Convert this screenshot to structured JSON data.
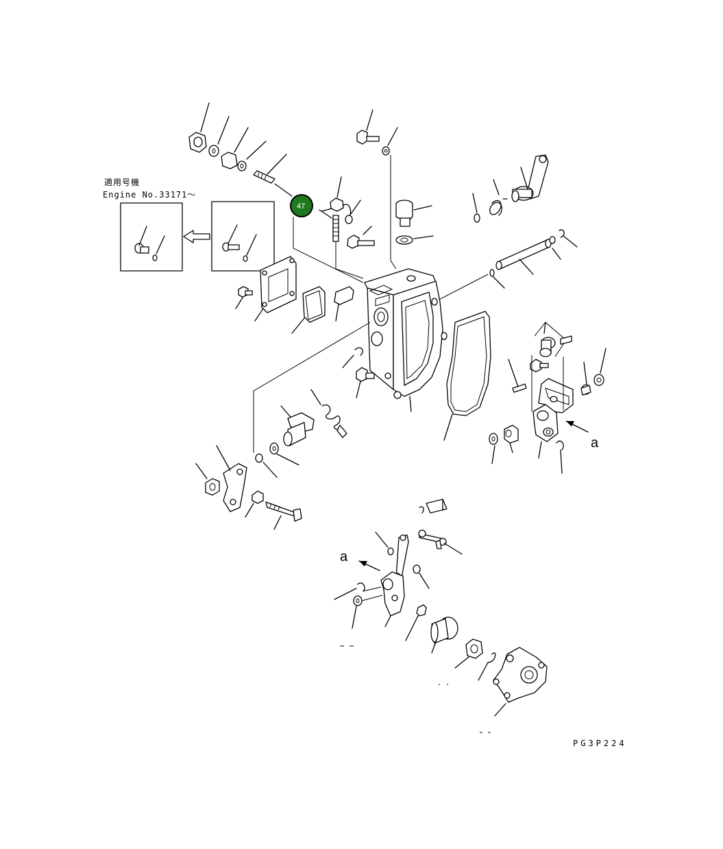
{
  "applicability": {
    "label_jp": "適用号機",
    "engine_label": "Engine No.33171～"
  },
  "callout": {
    "number": "47",
    "fill_color": "#1e7a1e",
    "ring_color": "#000000"
  },
  "view_labels": {
    "view_a_main": "a",
    "view_a_detail": "a"
  },
  "drawing_code": "PG3P224",
  "icons": {
    "replacement_arrow": "left-arrow-icon"
  }
}
